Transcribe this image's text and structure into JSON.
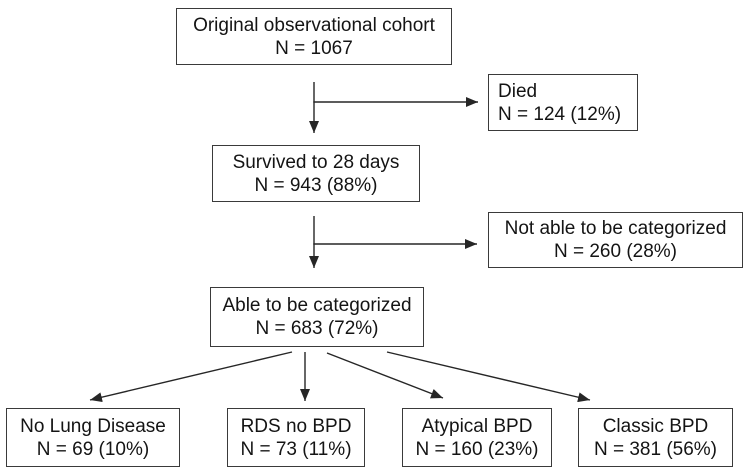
{
  "figure": {
    "type": "flowchart",
    "background_color": "#ffffff",
    "line_color": "#262626",
    "box_border_color": "#3a3a3a",
    "text_color": "#141414"
  },
  "nodes": {
    "original_cohort": {
      "line1": "Original observational cohort",
      "line2": "N = 1067"
    },
    "died": {
      "line1": "Died",
      "line2": "N = 124 (12%)"
    },
    "survived": {
      "line1": "Survived to 28 days",
      "line2": "N = 943 (88%)"
    },
    "not_categorized": {
      "line1": "Not able to be categorized",
      "line2": "N = 260 (28%)"
    },
    "categorized": {
      "line1": "Able to be categorized",
      "line2": "N = 683 (72%)"
    },
    "no_lung_disease": {
      "line1": "No Lung Disease",
      "line2": "N = 69 (10%)"
    },
    "rds_no_bpd": {
      "line1": "RDS no BPD",
      "line2": "N = 73 (11%)"
    },
    "atypical_bpd": {
      "line1": "Atypical BPD",
      "line2": "N = 160 (23%)"
    },
    "classic_bpd": {
      "line1": "Classic BPD",
      "line2": "N = 381 (56%)"
    }
  },
  "edges": [
    {
      "from": "original_cohort",
      "to": "survived"
    },
    {
      "from": "original_cohort",
      "to": "died"
    },
    {
      "from": "survived",
      "to": "categorized"
    },
    {
      "from": "survived",
      "to": "not_categorized"
    },
    {
      "from": "categorized",
      "to": "no_lung_disease"
    },
    {
      "from": "categorized",
      "to": "rds_no_bpd"
    },
    {
      "from": "categorized",
      "to": "atypical_bpd"
    },
    {
      "from": "categorized",
      "to": "classic_bpd"
    }
  ]
}
